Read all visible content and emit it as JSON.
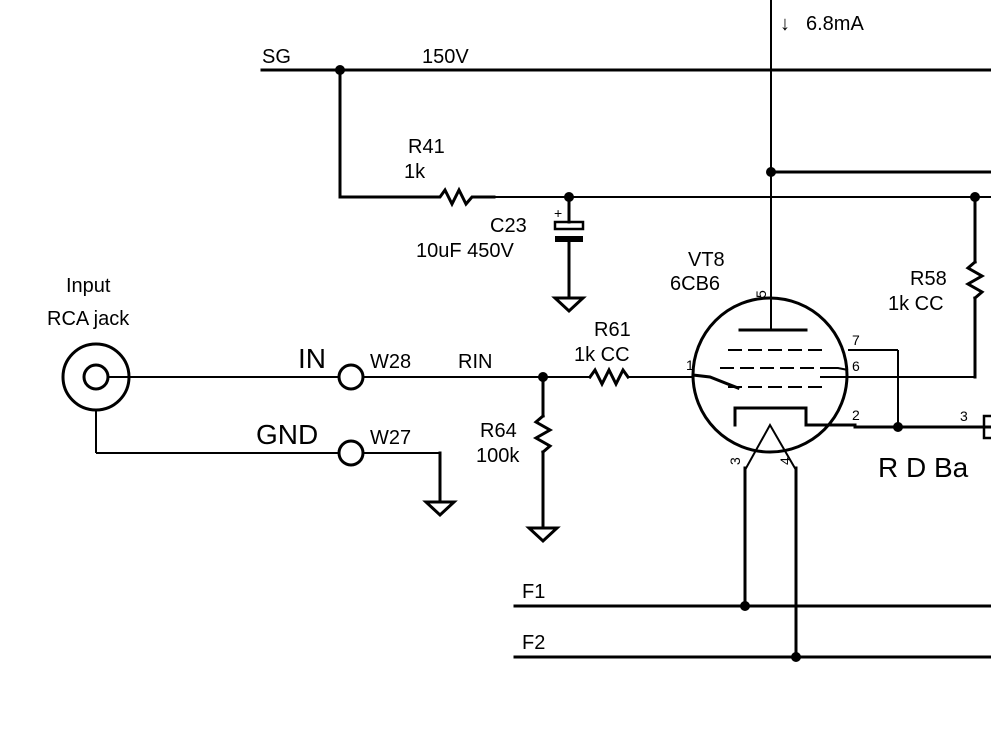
{
  "current": {
    "arrow": "↓",
    "value": "6.8mA"
  },
  "rails": {
    "sg": "SG",
    "sg_voltage": "150V",
    "f1": "F1",
    "f2": "F2"
  },
  "r41": {
    "ref": "R41",
    "value": "1k"
  },
  "c23": {
    "ref": "C23",
    "value": "10uF 450V",
    "polarity": "+"
  },
  "vt8": {
    "ref": "VT8",
    "type": "6CB6",
    "pins": [
      "1",
      "2",
      "3",
      "4",
      "5",
      "6",
      "7"
    ]
  },
  "r58": {
    "ref": "R58",
    "value": "1k CC"
  },
  "r61": {
    "ref": "R61",
    "value": "1k CC"
  },
  "r64": {
    "ref": "R64",
    "value": "100k"
  },
  "input": {
    "title1": "Input",
    "title2": "RCA jack"
  },
  "terminals": {
    "in": "IN",
    "w28": "W28",
    "rin": "RIN",
    "gnd": "GND",
    "w27": "W27",
    "right_pin": "3"
  },
  "board_label": "R D Ba"
}
